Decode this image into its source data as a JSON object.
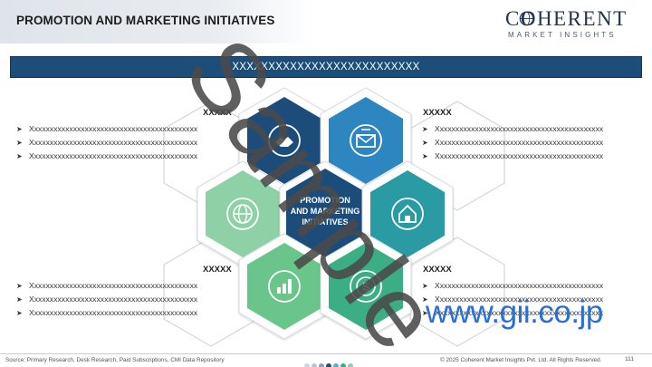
{
  "header": {
    "title": "PROMOTION AND MARKETING INITIATIVES",
    "logo_main": "COHERENT",
    "logo_sub": "MARKET INSIGHTS"
  },
  "banner": {
    "text": "XXXXXXXXXXXXXXXXXXXXXXXXXX"
  },
  "center_label": "PROMOTION AND MARKETING INITIATIVES",
  "center_lines": [
    "PROMOTION",
    "AND MARKETING",
    "INITIATIVES"
  ],
  "sections": {
    "top_left": {
      "heading": "XXXXX",
      "items": [
        "Xxxxxxxxxxxxxxxxxxxxxxxxxxxxxxxxxxxxxxxxxxx",
        "Xxxxxxxxxxxxxxxxxxxxxxxxxxxxxxxxxxxxxxxxxxx",
        "Xxxxxxxxxxxxxxxxxxxxxxxxxxxxxxxxxxxxxxxxxxx"
      ]
    },
    "top_right": {
      "heading": "XXXXX",
      "items": [
        "Xxxxxxxxxxxxxxxxxxxxxxxxxxxxxxxxxxxxxxxxxxx",
        "Xxxxxxxxxxxxxxxxxxxxxxxxxxxxxxxxxxxxxxxxxxx",
        "Xxxxxxxxxxxxxxxxxxxxxxxxxxxxxxxxxxxxxxxxxxx"
      ]
    },
    "bottom_left": {
      "heading": "XXXXX",
      "items": [
        "Xxxxxxxxxxxxxxxxxxxxxxxxxxxxxxxxxxxxxxxxxxx",
        "Xxxxxxxxxxxxxxxxxxxxxxxxxxxxxxxxxxxxxxxxxxx",
        "Xxxxxxxxxxxxxxxxxxxxxxxxxxxxxxxxxxxxxxxxxxx"
      ]
    },
    "bottom_right": {
      "heading": "XXXXX",
      "items": [
        "Xxxxxxxxxxxxxxxxxxxxxxxxxxxxxxxxxxxxxxxxxxx",
        "Xxxxxxxxxxxxxxxxxxxxxxxxxxxxxxxxxxxxxxxxxxx",
        "Xxxxxxxxxxxxxxxxxxxxxxxxxxxxxxxxxxxxxxxxxxx"
      ]
    }
  },
  "hexagons": [
    {
      "name": "hex-top-left",
      "icon": "handshake-icon",
      "color": "#1d4e7a"
    },
    {
      "name": "hex-top-right",
      "icon": "email-icon",
      "color": "#2e86c1"
    },
    {
      "name": "hex-left",
      "icon": "globe-icon",
      "color": "#8fd1a6"
    },
    {
      "name": "hex-right",
      "icon": "house-icon",
      "color": "#2c9aa3"
    },
    {
      "name": "hex-bottom-left",
      "icon": "bar-chart-icon",
      "color": "#6bc58a"
    },
    {
      "name": "hex-bottom-right",
      "icon": "dollar-coin-icon",
      "color": "#3aae86"
    }
  ],
  "watermark": {
    "text": "Sample",
    "url": "www.gii.co.jp"
  },
  "footer": {
    "source": "Source: Primary Research, Desk Research, Paid Subscriptions, CMI Data Repository",
    "copyright": "© 2025 Coherent Market Insights Pvt. Ltd. All Rights Reserved.",
    "page": "111",
    "dot_colors": [
      "#d0d6dd",
      "#b9c6d3",
      "#7fa1c2",
      "#1d4e7a",
      "#5ba8d6",
      "#3aae86",
      "#8fd1a6"
    ]
  }
}
